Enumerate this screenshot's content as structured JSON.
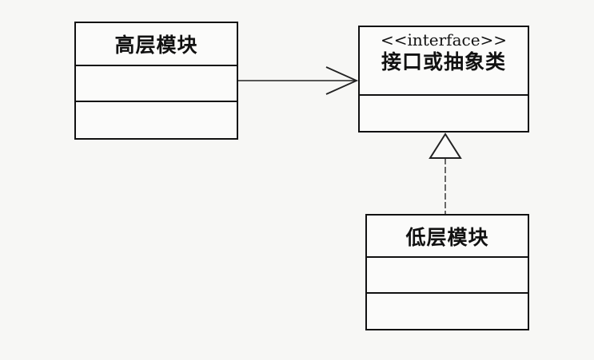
{
  "classes": {
    "high_level": {
      "name": "高层模块"
    },
    "interface": {
      "stereotype": "<<interface>>",
      "name": "接口或抽象类"
    },
    "low_level": {
      "name": "低层模块"
    }
  },
  "relationships": [
    {
      "from": "high_level",
      "to": "interface",
      "type": "dependency"
    },
    {
      "from": "low_level",
      "to": "interface",
      "type": "realization"
    }
  ]
}
